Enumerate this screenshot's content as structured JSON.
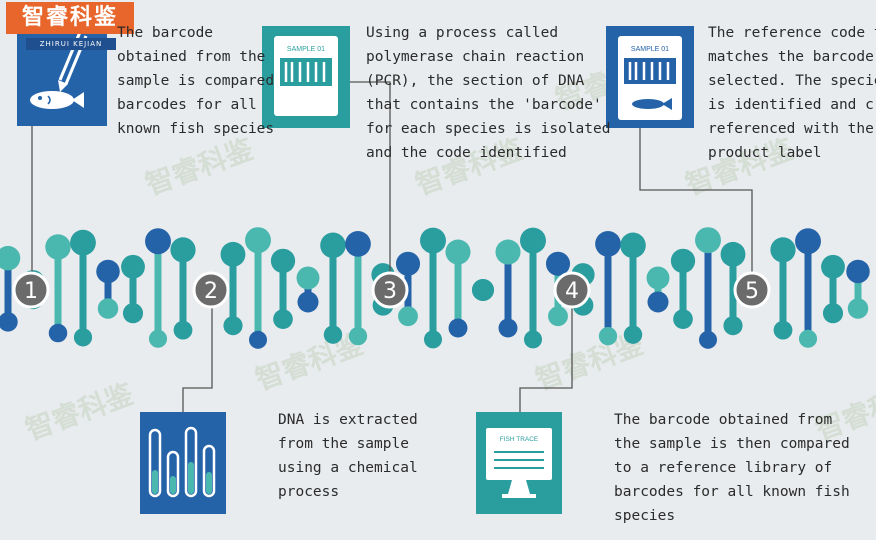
{
  "logo": {
    "brand": "智睿科鉴",
    "sub": "ZHIRUI KEJIAN"
  },
  "watermark": "智睿科鉴",
  "steps": [
    {
      "number": "1",
      "lines": [
        "The barcode",
        "obtained from the",
        "sample is compared",
        "barcodes for all",
        "known fish species"
      ]
    },
    {
      "number": "2",
      "lines": [
        "DNA is extracted",
        "from the sample",
        "using a chemical",
        "process"
      ]
    },
    {
      "number": "3",
      "lines": [
        "Using a process called",
        "polymerase chain reaction",
        "(PCR), the section of DNA",
        "that contains the 'barcode'",
        "for each species is isolated",
        "and the code identified"
      ]
    },
    {
      "number": "4",
      "lines": [
        "The barcode obtained from",
        "the sample is then compared",
        "to a reference library of",
        "barcodes for all known fish",
        "species"
      ]
    },
    {
      "number": "5",
      "lines": [
        "The reference code that",
        "matches the barcode is",
        "selected. The species",
        "is identified and cross",
        "referenced with the",
        "product label"
      ]
    }
  ],
  "icons": {
    "sample_card_3": "SAMPLE 01",
    "sample_card_5": "SAMPLE 01",
    "monitor_screen": "FISH TRACE"
  },
  "colors": {
    "dark_blue": "#2563a8",
    "teal": "#2a9d9f",
    "light_teal": "#4bb8b0",
    "circle": "#6b6b6b"
  }
}
